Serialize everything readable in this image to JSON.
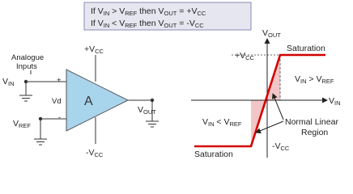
{
  "header": {
    "line1": {
      "a": "If V",
      "a_sub": "IN",
      "b": " > V",
      "b_sub": "REF",
      "c": " then V",
      "c_sub": "OUT",
      "d": " = +V",
      "d_sub": "CC"
    },
    "line2": {
      "a": "If V",
      "a_sub": "IN",
      "b": " < V",
      "b_sub": "REF",
      "c": " then V",
      "c_sub": "OUT",
      "d": " = -V",
      "d_sub": "CC"
    },
    "box_fill": "#e6e6f0",
    "box_stroke": "#8a8ab4"
  },
  "circuit": {
    "opamp_label": "A",
    "opamp_fill": "#a8d4ec",
    "inputs_label_line1": "Analogue",
    "inputs_label_line2": "Inputs",
    "vin": {
      "main": "V",
      "sub": "IN"
    },
    "vref": {
      "main": "V",
      "sub": "REF"
    },
    "vd": "Vd",
    "plus_pin": "+",
    "minus_pin": "-",
    "vcc_top": {
      "main": "+V",
      "sub": "CC"
    },
    "vcc_bottom": {
      "main": "-V",
      "sub": "CC"
    },
    "vout": {
      "main": "V",
      "sub": "OUT"
    }
  },
  "graph": {
    "y_axis": {
      "main": "V",
      "sub": "OUT"
    },
    "x_axis": {
      "main": "V",
      "sub": "IN"
    },
    "plus_vcc": {
      "main": "+V",
      "sub": "CC"
    },
    "minus_vcc": {
      "main": "-V",
      "sub": "CC"
    },
    "saturation_top": "Saturation",
    "saturation_bottom": "Saturation",
    "region_gt": {
      "a": "V",
      "a_sub": "IN",
      "b": " > V",
      "b_sub": "REF"
    },
    "region_lt": {
      "a": "V",
      "a_sub": "IN",
      "b": " < V",
      "b_sub": "REF"
    },
    "linear_line1": "Normal Linear",
    "linear_line2": "Region",
    "transfer_color": "#d40000",
    "shade_color": "#f2c6c6"
  }
}
